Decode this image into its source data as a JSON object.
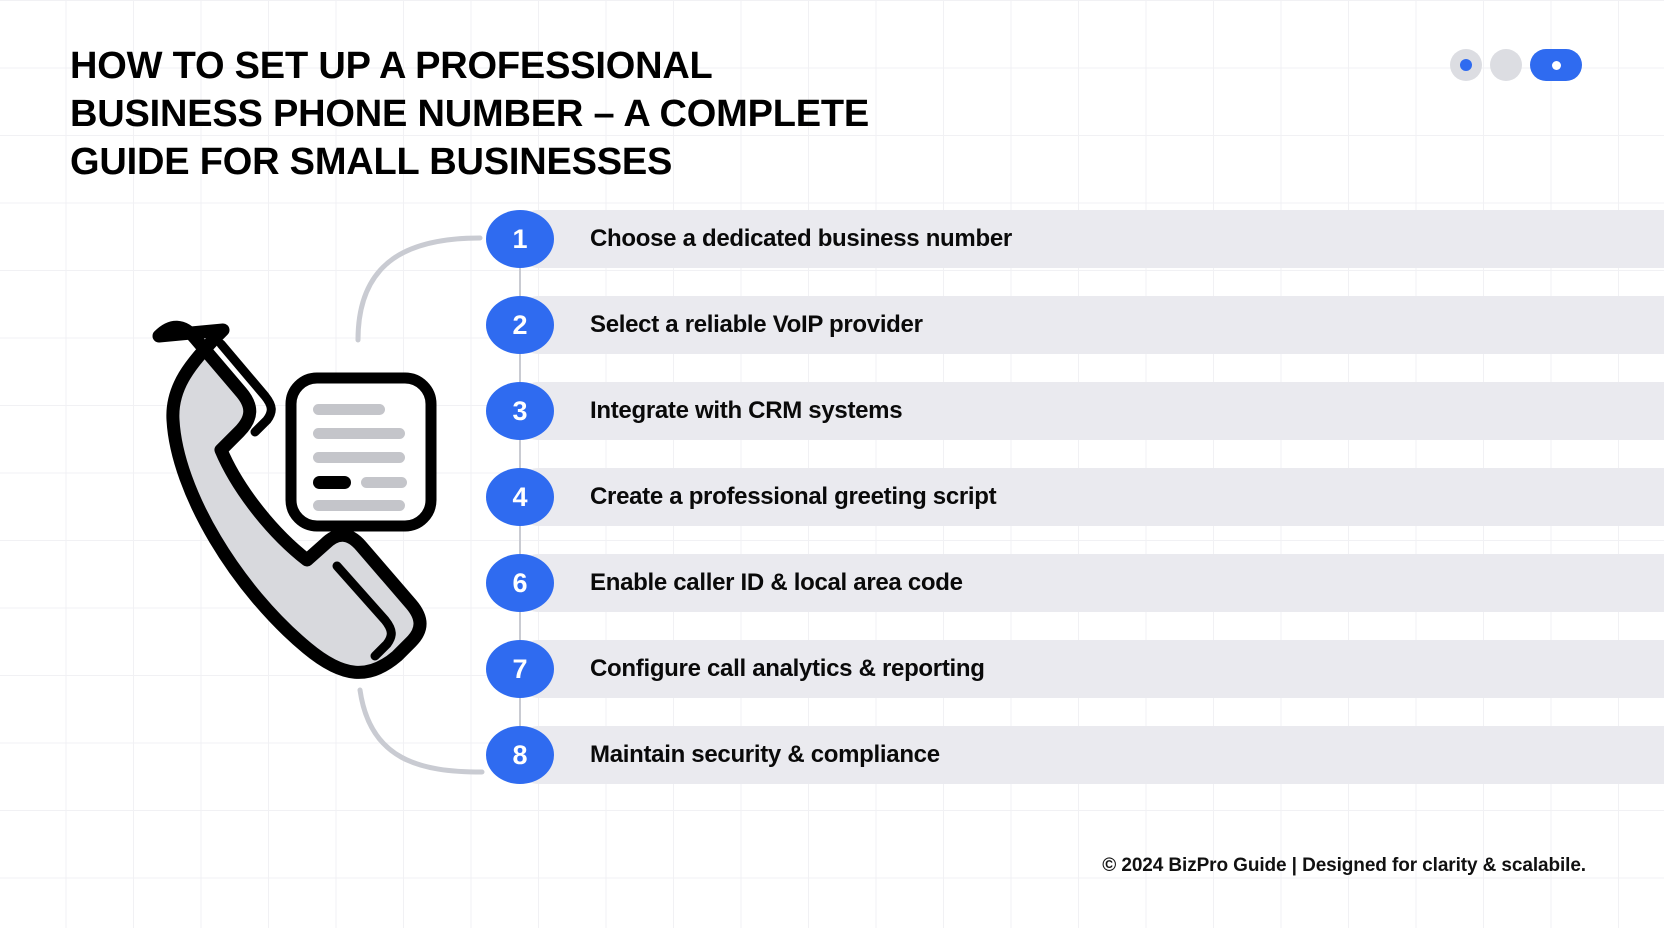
{
  "title": {
    "line1": "HOW TO SET UP A PROFESSIONAL",
    "line2": "BUSINESS PHONE NUMBER – A COMPLETE",
    "line3": "GUIDE FOR SMALL BUSINESSES"
  },
  "indicators": [
    {
      "name": "dot-active",
      "type": "circle-with-dot"
    },
    {
      "name": "dot-inactive",
      "type": "circle-plain"
    },
    {
      "name": "pill-toggle",
      "type": "pill-with-dot"
    }
  ],
  "steps": [
    {
      "number": "1",
      "label": "Choose a dedicated business number"
    },
    {
      "number": "2",
      "label": "Select a reliable VoIP provider"
    },
    {
      "number": "3",
      "label": "Integrate with CRM systems"
    },
    {
      "number": "4",
      "label": "Create a professional greeting script"
    },
    {
      "number": "6",
      "label": "Enable caller ID & local area code"
    },
    {
      "number": "7",
      "label": "Configure call analytics & reporting"
    },
    {
      "number": "8",
      "label": "Maintain security & compliance"
    }
  ],
  "illustration": {
    "phone_icon": "phone-handset-icon",
    "document_icon": "document-card-icon"
  },
  "footer": {
    "text": "© 2024 BizPro Guide | Designed for clarity & scalabile."
  },
  "colors": {
    "accent_blue": "#2f6bf0",
    "bar_gray": "#eaeaef",
    "grid_line": "#f1f1f4",
    "connector_gray": "#c9cbd2",
    "handset_fill": "#d8d9dd",
    "text_black": "#0a0a0a"
  }
}
